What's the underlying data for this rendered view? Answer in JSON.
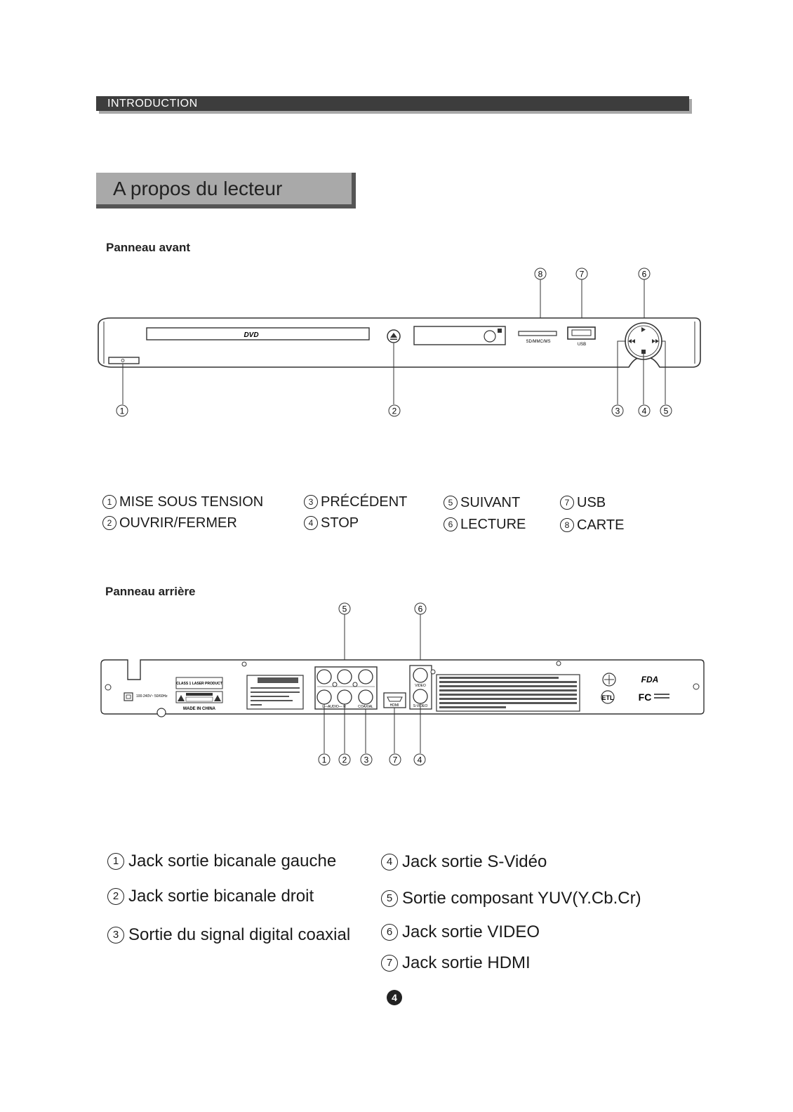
{
  "section_header": "INTRODUCTION",
  "title": "A propos  du lecteur",
  "front_panel": {
    "heading": "Panneau avant",
    "device_labels": {
      "disc_logo": "DVD",
      "card_slot": "SD/MMC/MS",
      "usb": "USB"
    },
    "callouts": [
      "1",
      "2",
      "3",
      "4",
      "5",
      "6",
      "7",
      "8"
    ],
    "legend": [
      {
        "num": "1",
        "label": "MISE SOUS TENSION"
      },
      {
        "num": "2",
        "label": "OUVRIR/FERMER"
      },
      {
        "num": "3",
        "label": "PRÉCÉDENT"
      },
      {
        "num": "4",
        "label": "STOP"
      },
      {
        "num": "5",
        "label": "SUIVANT"
      },
      {
        "num": "6",
        "label": "LECTURE"
      },
      {
        "num": "7",
        "label": "USB"
      },
      {
        "num": "8",
        "label": "CARTE"
      }
    ]
  },
  "rear_panel": {
    "heading": "Panneau arrière",
    "device_labels": {
      "power": "100-240V~ 50/60Hz",
      "laser": "CLASS 1 LASER PRODUCT",
      "made_in": "MADE IN CHINA",
      "audio": "L—AUDIO— R",
      "coaxial": "COAXIAL",
      "hdmi": "HDMI",
      "video": "VIDEO",
      "svideo": "S-VIDEO",
      "fda": "FDA",
      "fc": "FC"
    },
    "callouts": [
      "1",
      "2",
      "3",
      "4",
      "5",
      "6",
      "7"
    ],
    "legend": [
      {
        "num": "1",
        "label": "Jack sortie bicanale gauche"
      },
      {
        "num": "2",
        "label": "Jack sortie bicanale droit"
      },
      {
        "num": "3",
        "label": "Sortie du signal digital coaxial"
      },
      {
        "num": "4",
        "label": "Jack sortie S-Vidéo"
      },
      {
        "num": "5",
        "label": "Sortie composant YUV(Y.Cb.Cr)"
      },
      {
        "num": "6",
        "label": "Jack sortie VIDEO"
      },
      {
        "num": "7",
        "label": "Jack sortie HDMI"
      }
    ]
  },
  "page_number": "4"
}
